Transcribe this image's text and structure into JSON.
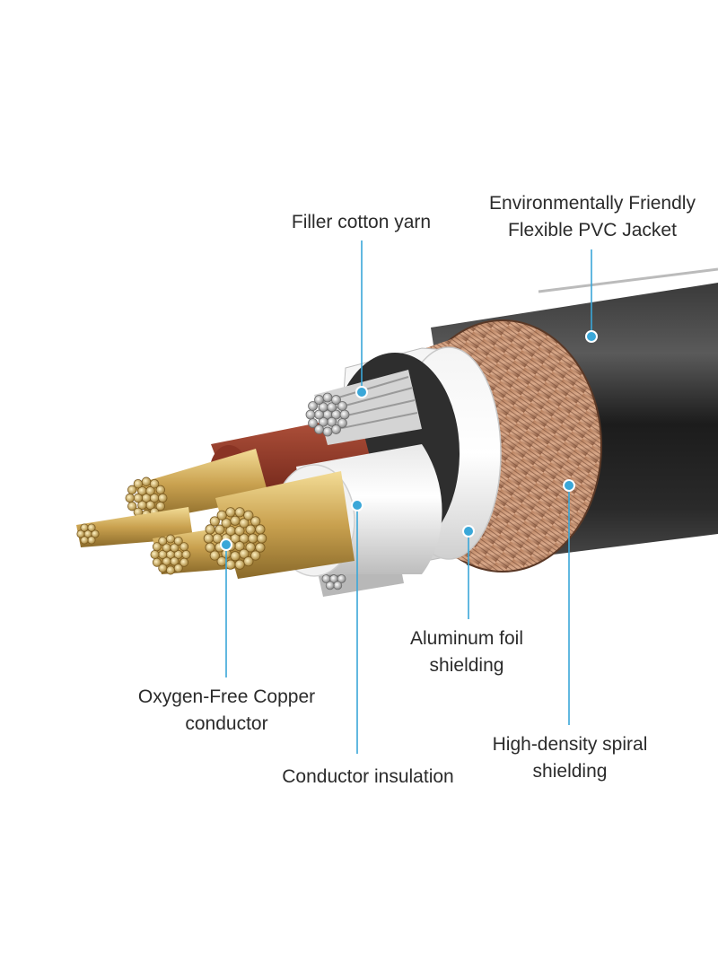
{
  "accent_color": "#3aa7d8",
  "labels": {
    "filler": {
      "line1": "Filler cotton yarn"
    },
    "jacket": {
      "line1": "Environmentally Friendly",
      "line2": "Flexible PVC Jacket"
    },
    "foil": {
      "line1": "Aluminum foil",
      "line2": "shielding"
    },
    "copper": {
      "line1": "Oxygen-Free Copper",
      "line2": "conductor"
    },
    "spiral": {
      "line1": "High-density spiral",
      "line2": "shielding"
    },
    "insulation": {
      "line1": "Conductor insulation"
    }
  }
}
